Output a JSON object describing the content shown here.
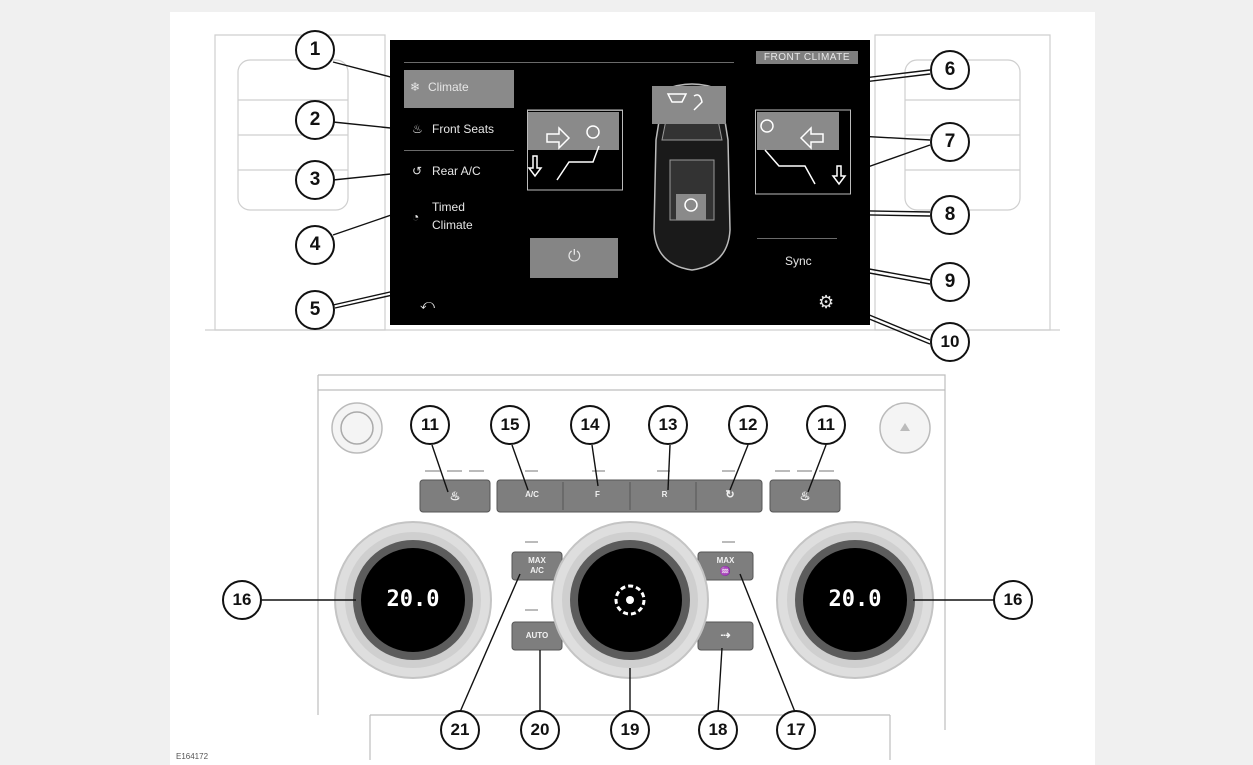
{
  "screen": {
    "title": "FRONT CLIMATE",
    "menu": [
      {
        "label": "Climate",
        "icon": "climate-icon",
        "selected": true
      },
      {
        "label": "Front Seats",
        "icon": "seat-icon"
      },
      {
        "label": "Rear A/C",
        "icon": "rear-ac-icon"
      },
      {
        "label_line1": "Timed",
        "label_line2": "Climate",
        "icon": "timer-icon"
      }
    ],
    "sync_label": "Sync",
    "back_glyph": "⤺",
    "power_glyph": "⏻",
    "settings_glyph": "⚙"
  },
  "controls": {
    "ac_label": "A/C",
    "front_defrost_label": "F",
    "rear_defrost_label": "R",
    "max_ac_line1": "MAX",
    "max_ac_line2": "A/C",
    "max_defrost_line1": "MAX",
    "auto_label": "AUTO",
    "left_temp": "20.0",
    "right_temp": "20.0"
  },
  "callouts": [
    "1",
    "2",
    "3",
    "4",
    "5",
    "6",
    "7",
    "8",
    "9",
    "10",
    "11",
    "15",
    "14",
    "13",
    "12",
    "11",
    "16",
    "16",
    "21",
    "20",
    "19",
    "18",
    "17"
  ],
  "figure_id": "E164172",
  "colors": {
    "screen_bg": "#000000",
    "button_grey": "#858585",
    "dial_ring": "#c8c8c8"
  }
}
